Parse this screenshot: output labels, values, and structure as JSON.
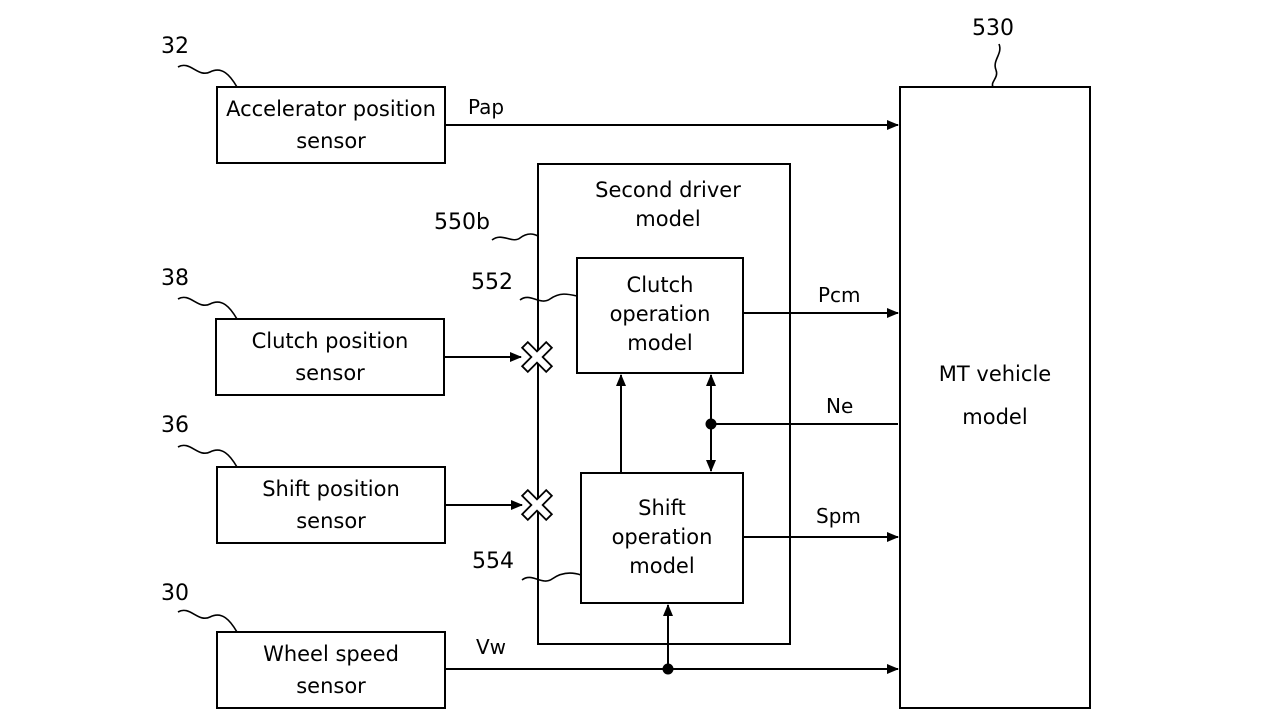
{
  "refs": {
    "accelerator": "32",
    "clutch_sensor": "38",
    "shift_sensor": "36",
    "wheel_sensor": "30",
    "vehicle": "530",
    "driver_model": "550b",
    "clutch_model": "552",
    "shift_model": "554"
  },
  "blocks": {
    "accelerator": [
      "Accelerator position",
      "sensor"
    ],
    "clutch_sensor": [
      "Clutch position",
      "sensor"
    ],
    "shift_sensor": [
      "Shift position",
      "sensor"
    ],
    "wheel_sensor": [
      "Wheel speed",
      "sensor"
    ],
    "driver_model": [
      "Second driver",
      "model"
    ],
    "clutch_model": [
      "Clutch",
      "operation",
      "model"
    ],
    "shift_model": [
      "Shift",
      "operation",
      "model"
    ],
    "vehicle": [
      "MT vehicle",
      "model"
    ]
  },
  "signals": {
    "pap": "Pap",
    "pcm": "Pcm",
    "ne": "Ne",
    "spm": "Spm",
    "vw": "Vw"
  }
}
